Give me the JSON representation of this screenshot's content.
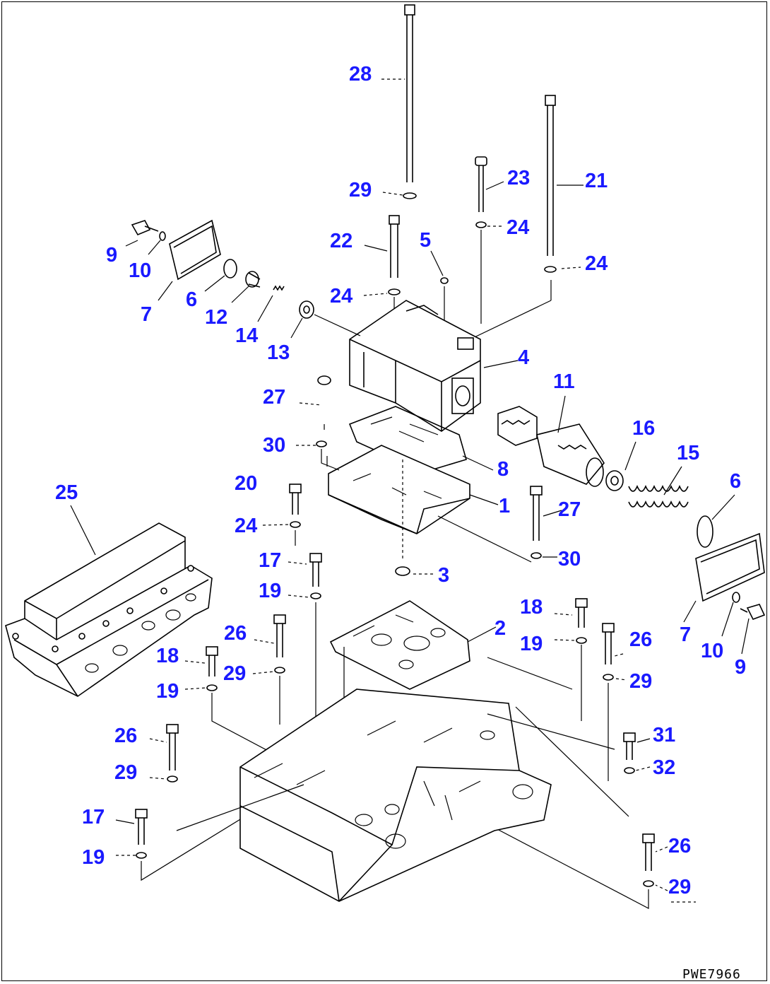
{
  "drawing_ref": "PWE7966",
  "accent_color": "#1a1aff",
  "callouts": [
    "28",
    "29",
    "23",
    "21",
    "24",
    "22",
    "5",
    "24",
    "24",
    "9",
    "10",
    "7",
    "6",
    "12",
    "14",
    "13",
    "4",
    "11",
    "27",
    "30",
    "16",
    "15",
    "6",
    "8",
    "20",
    "1",
    "27",
    "24",
    "30",
    "25",
    "17",
    "3",
    "19",
    "18",
    "2",
    "26",
    "19",
    "26",
    "18",
    "29",
    "29",
    "19",
    "7",
    "10",
    "9",
    "31",
    "26",
    "29",
    "32",
    "17",
    "19",
    "26",
    "29"
  ]
}
